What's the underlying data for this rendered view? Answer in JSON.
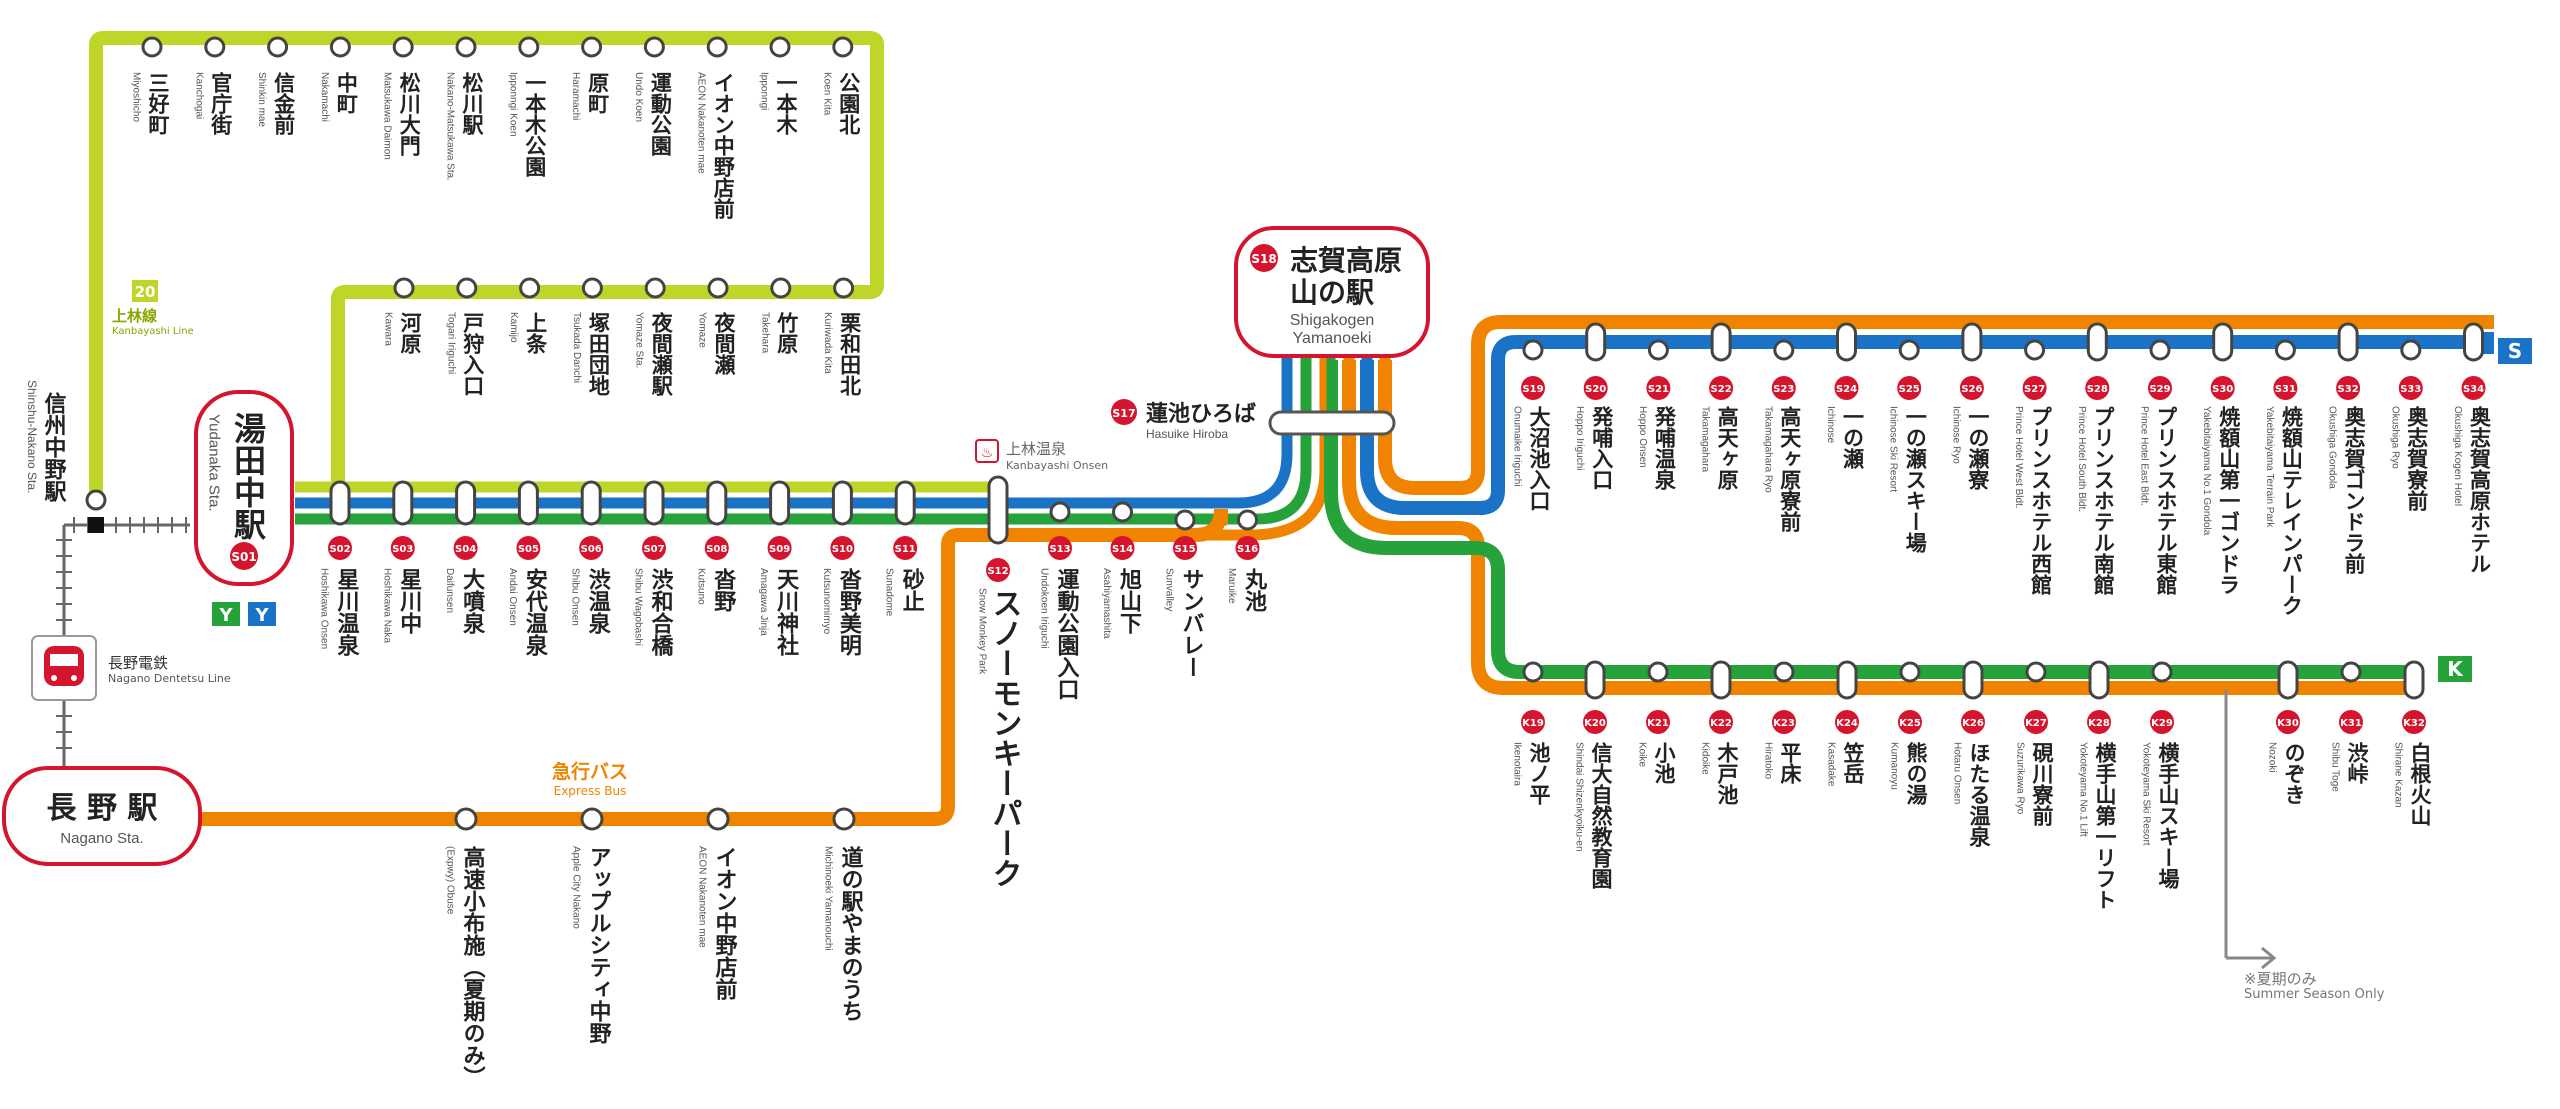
{
  "colors": {
    "yellow_line": "#bfd629",
    "blue_line": "#1a73c7",
    "green_line": "#26a23a",
    "orange_line": "#f08400",
    "red_accent": "#d5152d",
    "text": "#222222"
  },
  "hubs": {
    "nagano": {
      "jp": "長 野 駅",
      "en": "Nagano Sta."
    },
    "yudanaka": {
      "jp": "湯田中駅",
      "en": "Yudanaka Sta.",
      "code": "S01",
      "badges": [
        "Y",
        "Y"
      ]
    },
    "shigakogen": {
      "code": "S18",
      "jp1": "志賀高原",
      "jp2": "山の駅",
      "en1": "Shigakogen",
      "en2": "Yamanoeki"
    }
  },
  "labels": {
    "kanbayashi_line": {
      "num": "20",
      "jp": "上林線",
      "en": "Kanbayashi Line"
    },
    "express_bus": {
      "jp": "急行バス",
      "en": "Express Bus"
    },
    "kanbayashi_onsen": {
      "jp": "上林温泉",
      "en": "Kanbayashi Onsen"
    },
    "hasuike": {
      "code": "S17",
      "jp": "蓮池ひろば",
      "en": "Hasuike Hiroba"
    },
    "nagano_dentetsu": {
      "jp": "長野電鉄",
      "en": "Nagano Dentetsu Line"
    },
    "shinshu_nakano": {
      "jp": "信州中野駅",
      "en": "Shinshu-Nakano Sta."
    },
    "summer_only": {
      "jp": "※夏期のみ",
      "en": "Summer Season Only"
    },
    "route_s": "S",
    "route_k": "K"
  },
  "yellow_top": [
    {
      "jp": "三好町",
      "en": "Miyoshicho"
    },
    {
      "jp": "官庁街",
      "en": "Kanchogai"
    },
    {
      "jp": "信金前",
      "en": "Shinkin mae"
    },
    {
      "jp": "中町",
      "en": "Nakamachi"
    },
    {
      "jp": "松川大門",
      "en": "Matsukawa Daimon"
    },
    {
      "jp": "松川駅",
      "en": "Nakano-Matsukawa Sta."
    },
    {
      "jp": "一本木公園",
      "en": "Ipponngi Koen"
    },
    {
      "jp": "原町",
      "en": "Haramachi"
    },
    {
      "jp": "運動公園",
      "en": "Undo Koen"
    },
    {
      "jp": "イオン中野店前",
      "en": "AEON Nakanoten mae"
    },
    {
      "jp": "一本木",
      "en": "Ipponngi"
    },
    {
      "jp": "公園北",
      "en": "Koen Kita"
    }
  ],
  "yellow_mid": [
    {
      "jp": "河原",
      "en": "Kawara"
    },
    {
      "jp": "戸狩入口",
      "en": "Togari Iriguchi"
    },
    {
      "jp": "上条",
      "en": "Kamijo"
    },
    {
      "jp": "塚田団地",
      "en": "Tsukada Danchi"
    },
    {
      "jp": "夜間瀬駅",
      "en": "Yomaze Sta."
    },
    {
      "jp": "夜間瀬",
      "en": "Yomaze"
    },
    {
      "jp": "竹原",
      "en": "Takehara"
    },
    {
      "jp": "栗和田北",
      "en": "Kuriwada Kita"
    }
  ],
  "main_line": [
    {
      "code": "S02",
      "jp": "星川温泉",
      "en": "Hoshikawa Onsen"
    },
    {
      "code": "S03",
      "jp": "星川中",
      "en": "Hoshikawa Naka"
    },
    {
      "code": "S04",
      "jp": "大噴泉",
      "en": "Daifunsen"
    },
    {
      "code": "S05",
      "jp": "安代温泉",
      "en": "Andai Onsen"
    },
    {
      "code": "S06",
      "jp": "渋温泉",
      "en": "Shibu Onsen"
    },
    {
      "code": "S07",
      "jp": "渋和合橋",
      "en": "Shibu Wagobashi"
    },
    {
      "code": "S08",
      "jp": "沓野",
      "en": "Kutsuno"
    },
    {
      "code": "S09",
      "jp": "天川神社",
      "en": "Amagawa Jinja"
    },
    {
      "code": "S10",
      "jp": "沓野美明",
      "en": "Kutsunomimyo"
    },
    {
      "code": "S11",
      "jp": "砂止",
      "en": "Sunadome"
    },
    {
      "code": "S12",
      "jp": "スノーモンキーパーク",
      "en": "Snow Monkey Park"
    },
    {
      "code": "S13",
      "jp": "運動公園入口",
      "en": "Undokoen Iriguchi"
    },
    {
      "code": "S14",
      "jp": "旭山下",
      "en": "Asahiyamashita"
    },
    {
      "code": "S15",
      "jp": "サンバレー",
      "en": "Sunvalley"
    },
    {
      "code": "S16",
      "jp": "丸池",
      "en": "Maruike"
    }
  ],
  "s_line": [
    {
      "code": "S19",
      "jp": "大沼池入口",
      "en": "Onumaike Iriguchi"
    },
    {
      "code": "S20",
      "jp": "発哺入口",
      "en": "Hoppo Iriguchi"
    },
    {
      "code": "S21",
      "jp": "発哺温泉",
      "en": "Hoppo Onsen"
    },
    {
      "code": "S22",
      "jp": "高天ヶ原",
      "en": "Takamagahara"
    },
    {
      "code": "S23",
      "jp": "高天ヶ原寮前",
      "en": "Takamagahara Ryo"
    },
    {
      "code": "S24",
      "jp": "一の瀬",
      "en": "Ichinose"
    },
    {
      "code": "S25",
      "jp": "一の瀬スキー場",
      "en": "Ichinose Ski Resort"
    },
    {
      "code": "S26",
      "jp": "一の瀬寮",
      "en": "Ichinose Ryo"
    },
    {
      "code": "S27",
      "jp": "プリンスホテル西館",
      "en": "Prince Hotel West Bldt."
    },
    {
      "code": "S28",
      "jp": "プリンスホテル南館",
      "en": "Prince Hotel South Bldt."
    },
    {
      "code": "S29",
      "jp": "プリンスホテル東館",
      "en": "Prince Hotel East Bldt."
    },
    {
      "code": "S30",
      "jp": "焼額山第一ゴンドラ",
      "en": "Yakebitaiyama No.1 Gondola"
    },
    {
      "code": "S31",
      "jp": "焼額山テレインパーク",
      "en": "Yakebitaiyama Terrain Park"
    },
    {
      "code": "S32",
      "jp": "奥志賀ゴンドラ前",
      "en": "Okushiga Gondola"
    },
    {
      "code": "S33",
      "jp": "奥志賀寮前",
      "en": "Okushiga Ryo"
    },
    {
      "code": "S34",
      "jp": "奥志賀高原ホテル",
      "en": "Okushiga Kogen Hotel"
    }
  ],
  "k_line": [
    {
      "code": "K19",
      "jp": "池ノ平",
      "en": "Ikenotaira"
    },
    {
      "code": "K20",
      "jp": "信大自然教育園",
      "en": "Shindai Shizenkyoiku-en"
    },
    {
      "code": "K21",
      "jp": "小池",
      "en": "Koike"
    },
    {
      "code": "K22",
      "jp": "木戸池",
      "en": "Kidoike"
    },
    {
      "code": "K23",
      "jp": "平床",
      "en": "Hiratoko"
    },
    {
      "code": "K24",
      "jp": "笠岳",
      "en": "Kasadake"
    },
    {
      "code": "K25",
      "jp": "熊の湯",
      "en": "Kumanoyu"
    },
    {
      "code": "K26",
      "jp": "ほたる温泉",
      "en": "Hotaru Onsen"
    },
    {
      "code": "K27",
      "jp": "硯川寮前",
      "en": "Suzurikawa Ryo"
    },
    {
      "code": "K28",
      "jp": "横手山第一リフト",
      "en": "Yokoteyama No.1 Lift"
    },
    {
      "code": "K29",
      "jp": "横手山スキー場",
      "en": "Yokoteyama Ski Resort"
    },
    {
      "code": "K30",
      "jp": "のぞき",
      "en": "Nozoki"
    },
    {
      "code": "K31",
      "jp": "渋峠",
      "en": "Shibu Toge"
    },
    {
      "code": "K32",
      "jp": "白根火山",
      "en": "Shirane Kazan"
    }
  ],
  "bus_line": [
    {
      "jp": "高速小布施（夏期のみ）",
      "en": "(Expwy) Obuse"
    },
    {
      "jp": "アップルシティ中野",
      "en": "Apple City Nakano"
    },
    {
      "jp": "イオン中野店前",
      "en": "AEON Nakanoten mae"
    },
    {
      "jp": "道の駅やまのうち",
      "en": "Michinoeki Yamanouchi"
    }
  ]
}
